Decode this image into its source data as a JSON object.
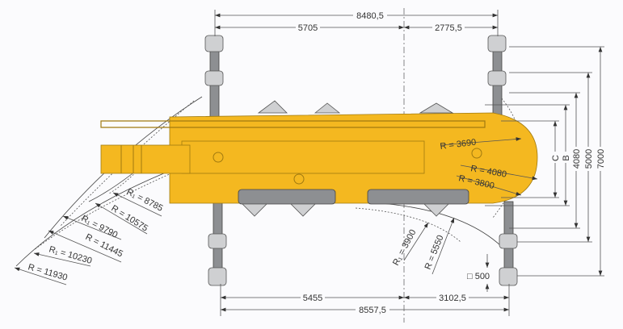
{
  "dimensions": {
    "top_total": "8480,5",
    "top_left": "5705",
    "top_right": "2775,5",
    "bottom_left": "5455",
    "bottom_right": "3102,5",
    "bottom_total": "8557,5",
    "right_c": "C",
    "right_b": "B",
    "right_4080": "4080",
    "right_5000": "5000",
    "right_7000": "7000",
    "pad_size": "□ 500"
  },
  "radii": {
    "r1_8785": "R₁ = 8785",
    "r_10575": "R = 10575",
    "r1_9790": "R₁ = 9790",
    "r_11445": "R = 11445",
    "r1_10230": "R₁ = 10230",
    "r_11930": "R = 11930",
    "r_3690": "R = 3690",
    "r_4080": "R = 4080",
    "r_3800": "R = 3800",
    "r1_3900": "R₁ = 3900",
    "r_5550": "R = 5550"
  },
  "colors": {
    "body": "#f4b820",
    "outrigger": "#8d8f92"
  }
}
